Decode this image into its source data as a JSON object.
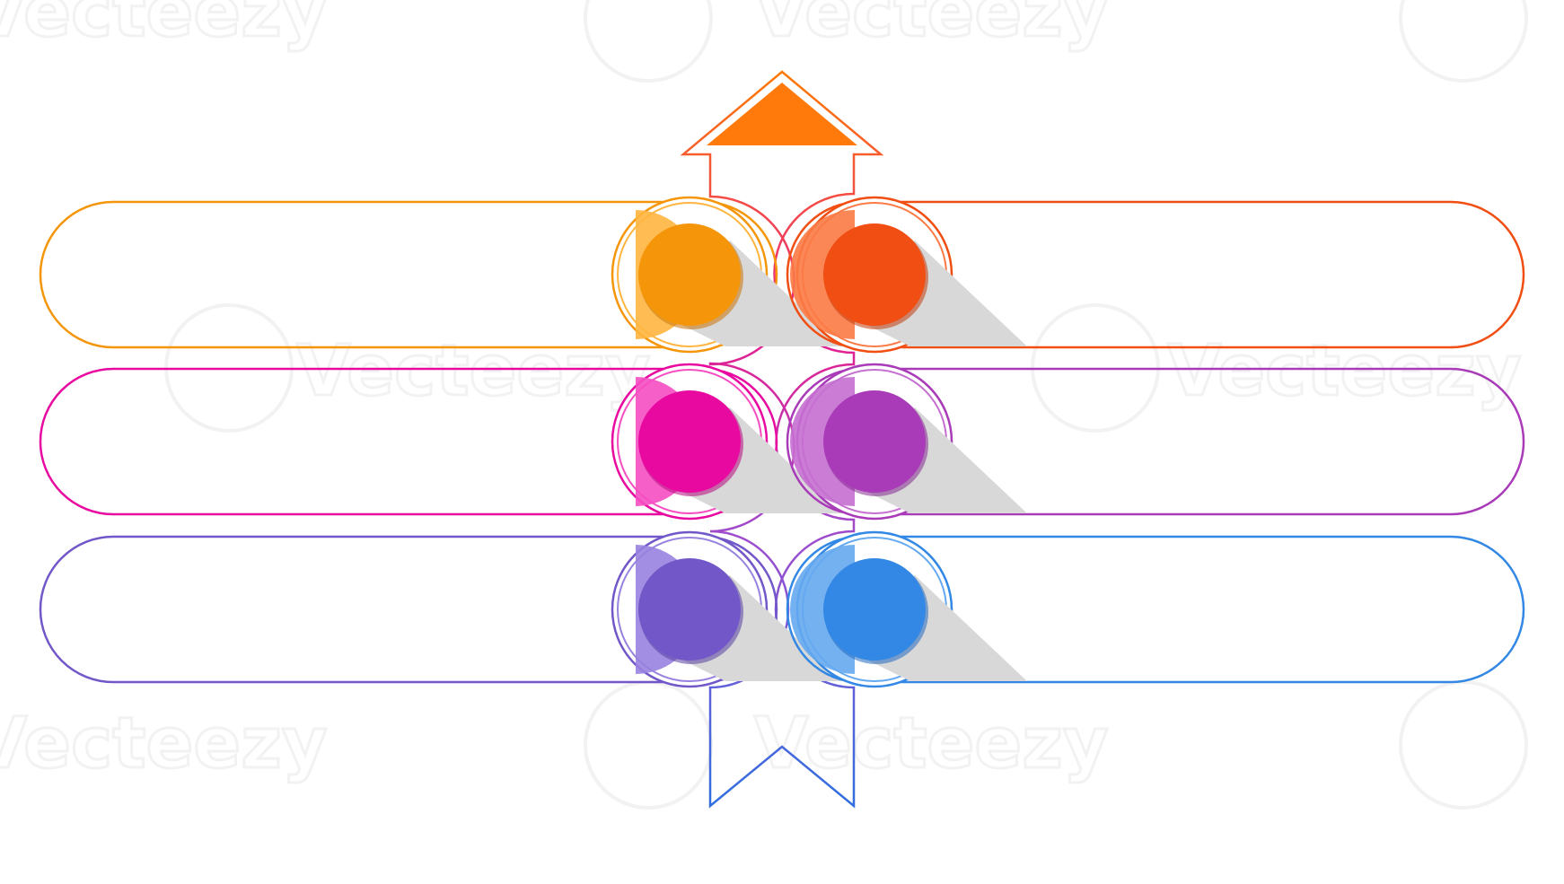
{
  "watermark": {
    "text": "Vecteezy",
    "color": "#f2f2f2"
  },
  "arrow": {
    "stroke_gradient": [
      "#ff7a00",
      "#2f6fe0"
    ],
    "head_fill": "#ff7a0a"
  },
  "steps": [
    {
      "id": "step-1",
      "side": "left",
      "color": "#f5960a",
      "light": "#ffb53f",
      "dark": "#c87409"
    },
    {
      "id": "step-2",
      "side": "right",
      "color": "#f04e12",
      "light": "#fb7a45",
      "dark": "#c23c0c"
    },
    {
      "id": "step-3",
      "side": "left",
      "color": "#e80aa0",
      "light": "#f64ec2",
      "dark": "#b7097f"
    },
    {
      "id": "step-4",
      "side": "right",
      "color": "#a93ab8",
      "light": "#c56fd1",
      "dark": "#862c93"
    },
    {
      "id": "step-5",
      "side": "left",
      "color": "#7257c9",
      "light": "#9882df",
      "dark": "#5540a3"
    },
    {
      "id": "step-6",
      "side": "right",
      "color": "#3288e4",
      "light": "#65a9f0",
      "dark": "#226ac0"
    }
  ]
}
